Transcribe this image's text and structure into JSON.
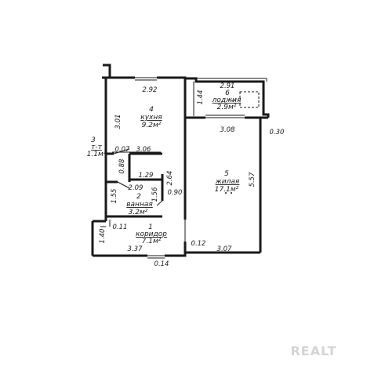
{
  "rooms": {
    "kitchen": {
      "number": "4",
      "name": "кухня",
      "area": "9.2м²"
    },
    "toilet": {
      "number": "3",
      "name": "т-т",
      "area": "1.1м²"
    },
    "bathroom": {
      "number": "2",
      "name": "ванная",
      "area": "3.2м²"
    },
    "corridor": {
      "number": "1",
      "name": "коридор",
      "area": "7.1м²"
    },
    "living": {
      "number": "5",
      "name": "жилая",
      "area": "17.1м²"
    },
    "loggia": {
      "number": "6",
      "name": "лоджия",
      "area": "2.9м²"
    }
  },
  "dimensions": {
    "kitchen_top": "2.92",
    "kitchen_side": "3.01",
    "kitchen_bottom": "3.06",
    "toilet_gap": "0.07",
    "toilet_side": "0.88",
    "toilet_width": "1.29",
    "bath_divider": "2.64",
    "bath_width": "2.09",
    "bath_left": "1.55",
    "bath_right": "1.56",
    "bath_door": "0.90",
    "corridor_gap": "0.11",
    "corridor_side": "1.40",
    "corridor_bottom": "3.37",
    "corridor_step": "0.14",
    "living_gap": "0.12",
    "living_bottom": "3.07",
    "living_side": "5.57",
    "living_top": "3.08",
    "outer_offset": "0.30",
    "loggia_top": "2.91",
    "loggia_side": "1.44"
  },
  "watermark": "REALT"
}
